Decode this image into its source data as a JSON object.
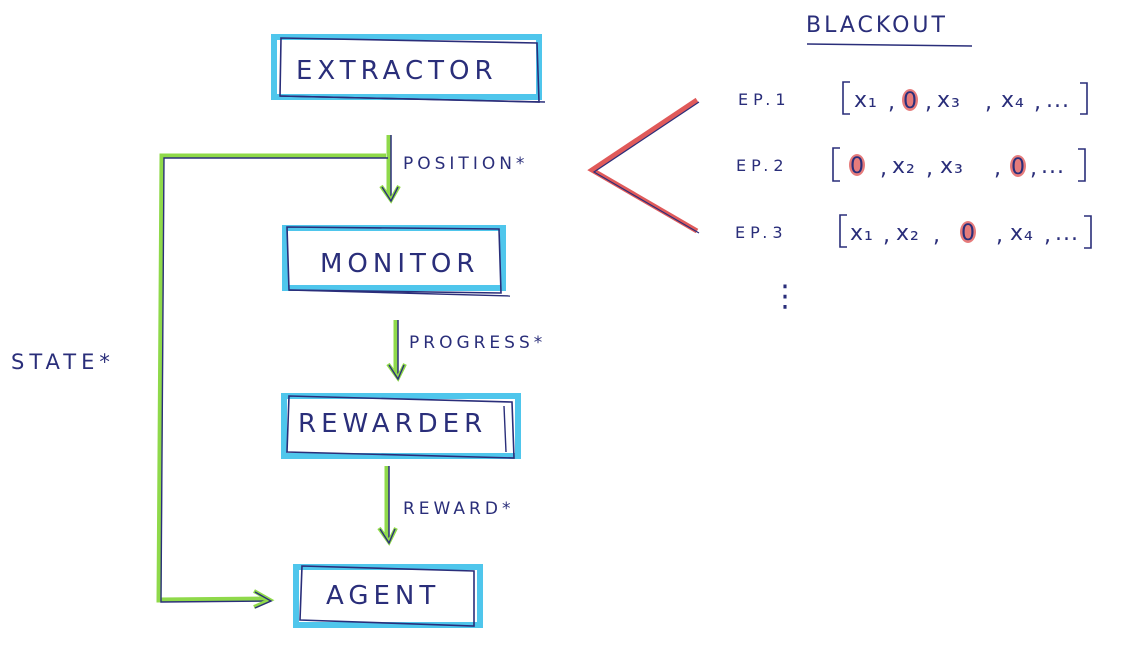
{
  "blocks": {
    "extractor": "EXTRACTOR",
    "monitor": "MONITOR",
    "rewarder": "REWARDER",
    "agent": "AGENT"
  },
  "edges": {
    "position": "POSITION*",
    "progress": "PROGRESS*",
    "reward": "REWARD*",
    "state": "STATE*"
  },
  "blackout": {
    "title": "BLACKOUT",
    "episodes": [
      {
        "label": "EP.1",
        "items": [
          "x₁",
          "0",
          "x₃",
          "x₄",
          "..."
        ]
      },
      {
        "label": "EP.2",
        "items": [
          "0",
          "x₂",
          "x₃",
          "0",
          "..."
        ]
      },
      {
        "label": "EP.3",
        "items": [
          "x₁",
          "x₂",
          "0",
          "x₄",
          "..."
        ]
      }
    ],
    "more": "⋮"
  },
  "colors": {
    "ink": "#2a2e7a",
    "box_highlight": "#4fc6ec",
    "arrow_green": "#8fd94a",
    "blackout_red": "#e05a5a"
  }
}
